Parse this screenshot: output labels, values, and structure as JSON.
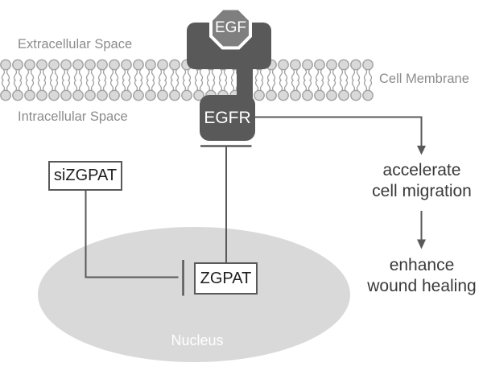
{
  "compartments": {
    "extracellular": "Extracellular Space",
    "intracellular": "Intracellular Space",
    "membrane": "Cell Membrane",
    "nucleus": "Nucleus"
  },
  "molecules": {
    "ligand": "EGF",
    "receptor": "EGFR",
    "sirna": "siZGPAT",
    "target": "ZGPAT"
  },
  "outcomes": {
    "migration_line1": "accelerate",
    "migration_line2": "cell migration",
    "healing_line1": "enhance",
    "healing_line2": "wound healing"
  },
  "colors": {
    "dark_shape": "#595959",
    "ligand_gray": "#7f7f7f",
    "light_gray": "#d9d9d9",
    "line": "#595959",
    "label_gray": "#8c8c8c",
    "text_dark": "#3a3a3a",
    "membrane_stroke": "#a0a0a0"
  }
}
